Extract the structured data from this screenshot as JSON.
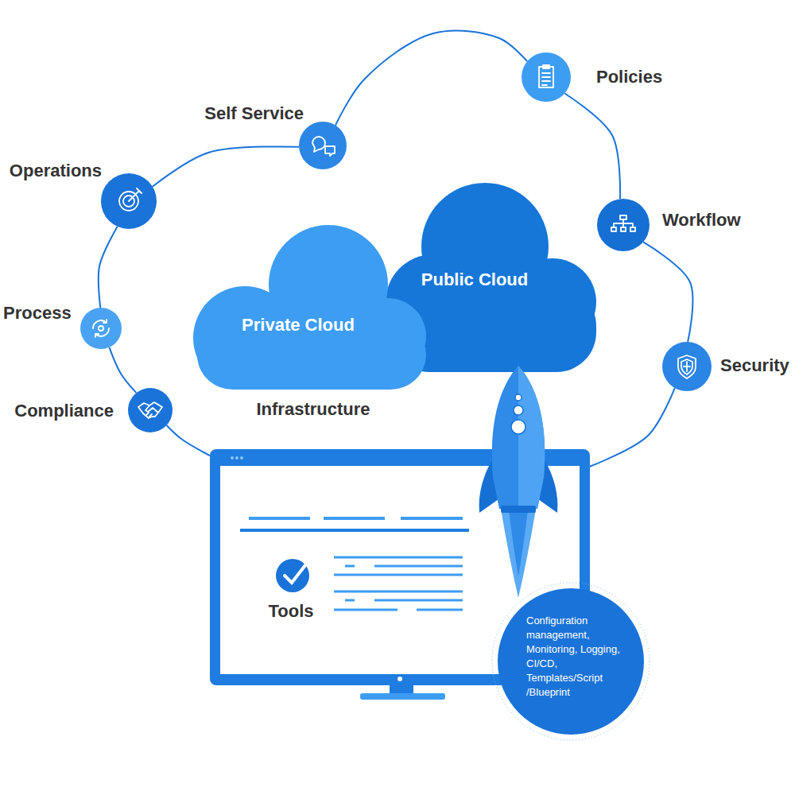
{
  "diagram": {
    "nodes": [
      {
        "text": [
          "Self Service"
        ]
      },
      {
        "text": [
          "Policies"
        ]
      },
      {
        "text": [
          "Operations"
        ]
      },
      {
        "text": [
          "Workflow"
        ]
      },
      {
        "text": [
          "Public Cloud"
        ]
      },
      {
        "text": [
          "Private Cloud"
        ]
      },
      {
        "text": [
          "Process"
        ]
      },
      {
        "text": [
          "Security"
        ]
      },
      {
        "text": [
          "Compliance"
        ]
      },
      {
        "text": [
          "Tools"
        ]
      },
      {
        "text": [
          "Configuration management, Monitoring, Logging, CI/CD, Templates/Script /Blueprint"
        ]
      }
    ],
    "edges": [
      {
        "from": 8,
        "to": 6,
        "arrow": "none"
      },
      {
        "from": 6,
        "to": 2,
        "arrow": "none"
      },
      {
        "from": 2,
        "to": 0,
        "arrow": "none"
      },
      {
        "from": 0,
        "to": 1,
        "arrow": "none"
      },
      {
        "from": 1,
        "to": 3,
        "arrow": "none"
      },
      {
        "from": 3,
        "to": 7,
        "arrow": "none"
      },
      {
        "from": 8,
        "to": 9,
        "arrow": "none"
      },
      {
        "from": 7,
        "to": 9,
        "arrow": "none"
      }
    ],
    "labels": [
      "Infrastructure"
    ]
  }
}
